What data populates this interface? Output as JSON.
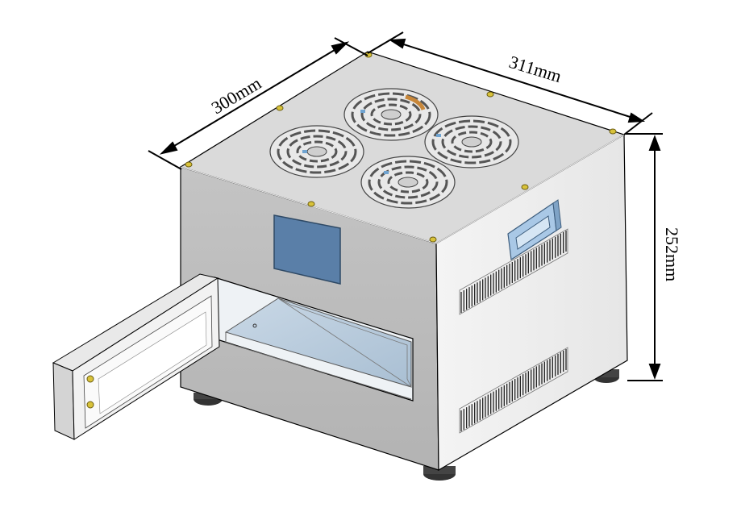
{
  "dimensions": {
    "depth": "300mm",
    "width": "311mm",
    "height": "252mm"
  },
  "colors": {
    "top": "#d9d9d9",
    "front": "#bdbdbd",
    "side": "#eeeeee",
    "window": "#5a7fa8",
    "tray": "#b9cde0",
    "handle": "#a9c8e6",
    "screw": "#d8c23a",
    "line": "#000000"
  },
  "components": {
    "fans": [
      "fan",
      "fan",
      "fan",
      "fan"
    ],
    "door": "front-door",
    "handle": "side-handle",
    "vents": [
      "upper-vent",
      "lower-vent"
    ]
  }
}
